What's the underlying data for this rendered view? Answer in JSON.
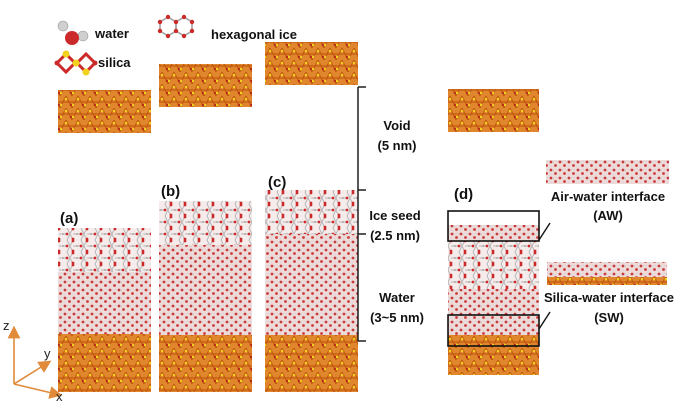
{
  "legend": {
    "water_label": "water",
    "ice_label": "hexagonal ice",
    "silica_label": "silica"
  },
  "panels": [
    {
      "label": "(a)"
    },
    {
      "label": "(b)"
    },
    {
      "label": "(c)"
    },
    {
      "label": "(d)"
    }
  ],
  "regions": {
    "void": [
      "Void",
      "(5 nm)"
    ],
    "ice_seed": [
      "Ice seed",
      "(2.5 nm)"
    ],
    "water": [
      "Water",
      "(3~5 nm)"
    ]
  },
  "interfaces": {
    "air_water": [
      "Air-water interface",
      "(AW)"
    ],
    "silica_water": [
      "Silica-water interface",
      "(SW)"
    ]
  },
  "axes": {
    "z": "z",
    "y": "y",
    "x": "x"
  },
  "colors": {
    "silica": "#d9771f",
    "silica_bond": "#e8c11a",
    "oxygen": "#cc2a2a",
    "hydrogen": "#cfcfcf",
    "axis": "#e08a3a"
  }
}
